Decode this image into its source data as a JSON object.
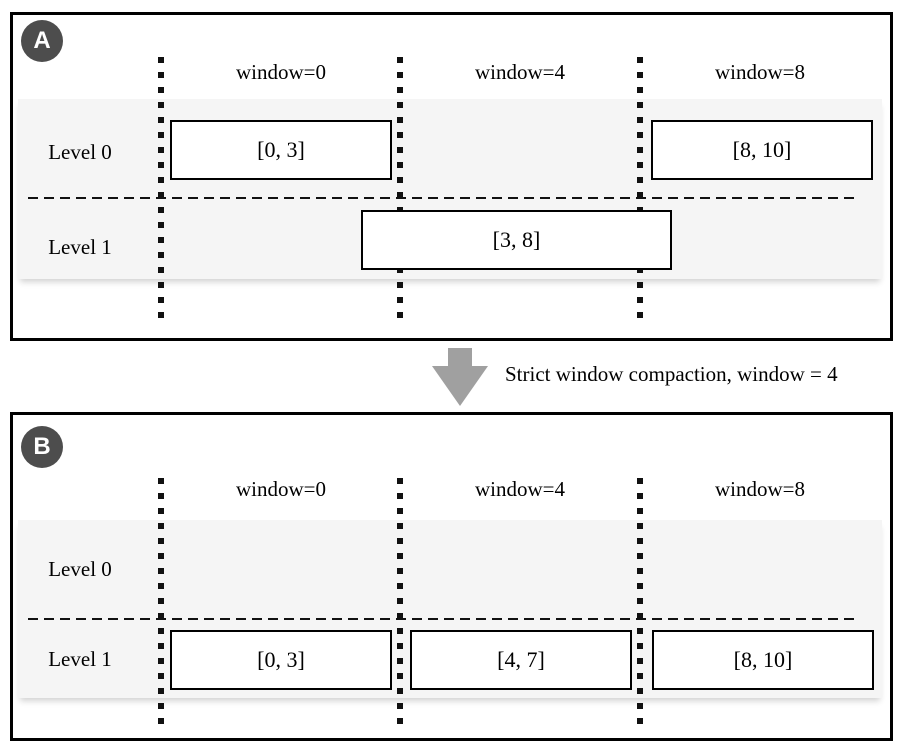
{
  "figure": {
    "colors": {
      "badge_background": "#4d4d4d",
      "badge_text": "#ffffff",
      "row_band": "#f5f5f5",
      "arrow": "#a0a0a0",
      "line": "#000000"
    },
    "panels": [
      {
        "badge": "A",
        "column_headers": [
          "window=0",
          "window=4",
          "window=8"
        ],
        "level_labels": [
          "Level 0",
          "Level 1"
        ],
        "boxes": [
          {
            "label": "[0, 3]",
            "level": "Level 0",
            "window": "0"
          },
          {
            "label": "[8, 10]",
            "level": "Level 0",
            "window": "8"
          },
          {
            "label": "[3, 8]",
            "level": "Level 1",
            "window": "spans 0-8"
          }
        ]
      },
      {
        "badge": "B",
        "column_headers": [
          "window=0",
          "window=4",
          "window=8"
        ],
        "level_labels": [
          "Level 0",
          "Level 1"
        ],
        "boxes": [
          {
            "label": "[0, 3]",
            "level": "Level 1",
            "window": "0"
          },
          {
            "label": "[4, 7]",
            "level": "Level 1",
            "window": "4"
          },
          {
            "label": "[8, 10]",
            "level": "Level 1",
            "window": "8"
          }
        ]
      }
    ],
    "transition": {
      "caption": "Strict window compaction, window = 4",
      "arrow_icon": "down-arrow"
    }
  }
}
